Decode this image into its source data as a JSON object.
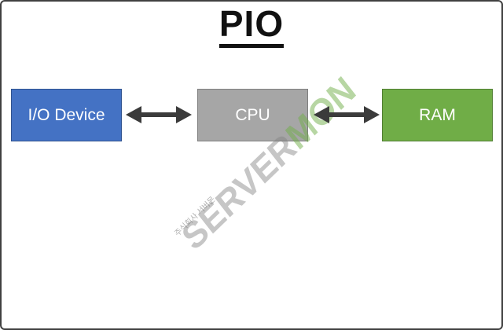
{
  "title": "PIO",
  "diagram": {
    "nodes": [
      {
        "id": "io-device",
        "label": "I/O Device",
        "fill": "#4472C4",
        "border": "#2F528F",
        "text_color": "#FFFFFF"
      },
      {
        "id": "cpu",
        "label": "CPU",
        "fill": "#A6A6A6",
        "border": "#7F7F7F",
        "text_color": "#FFFFFF"
      },
      {
        "id": "ram",
        "label": "RAM",
        "fill": "#70AD47",
        "border": "#507E32",
        "text_color": "#FFFFFF"
      }
    ],
    "connections": [
      {
        "from": "io-device",
        "to": "cpu",
        "type": "bidirectional-arrow",
        "color": "#3B3B3B"
      },
      {
        "from": "cpu",
        "to": "ram",
        "type": "bidirectional-arrow",
        "color": "#3B3B3B"
      }
    ]
  },
  "watermark": {
    "brand_gray": "SERVER",
    "brand_green": "MON",
    "subtext": "주식회사 서버몬",
    "gray_color": "#808080",
    "green_color": "#70AD47"
  }
}
